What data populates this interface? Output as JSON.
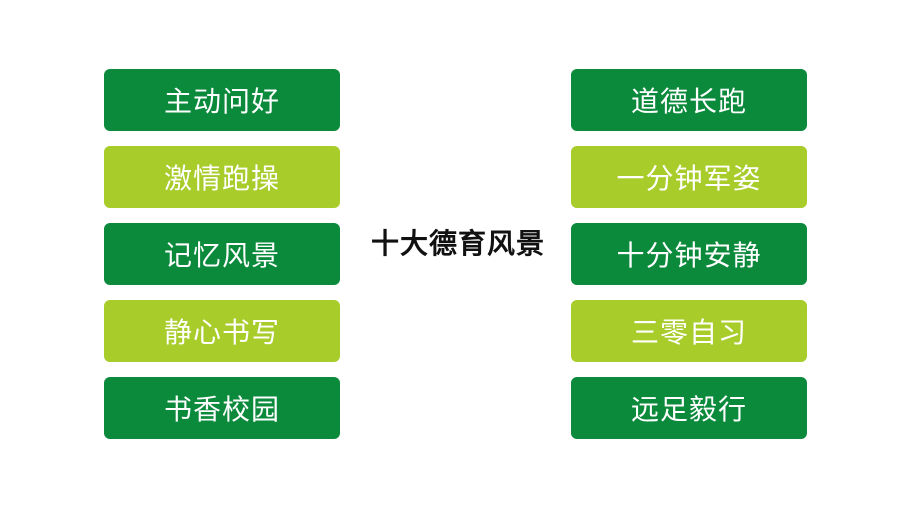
{
  "title": "十大德育风景",
  "colors": {
    "dark_green": "#0b8a3c",
    "light_green": "#a8cc2a",
    "text_on_box": "#ffffff",
    "title_text": "#111111"
  },
  "left_items": [
    {
      "label": "主动问好",
      "tone": "dark"
    },
    {
      "label": "激情跑操",
      "tone": "light"
    },
    {
      "label": "记忆风景",
      "tone": "dark"
    },
    {
      "label": "静心书写",
      "tone": "light"
    },
    {
      "label": "书香校园",
      "tone": "dark"
    }
  ],
  "right_items": [
    {
      "label": "道德长跑",
      "tone": "dark"
    },
    {
      "label": "一分钟军姿",
      "tone": "light"
    },
    {
      "label": "十分钟安静",
      "tone": "dark"
    },
    {
      "label": "三零自习",
      "tone": "light"
    },
    {
      "label": "远足毅行",
      "tone": "dark"
    }
  ]
}
